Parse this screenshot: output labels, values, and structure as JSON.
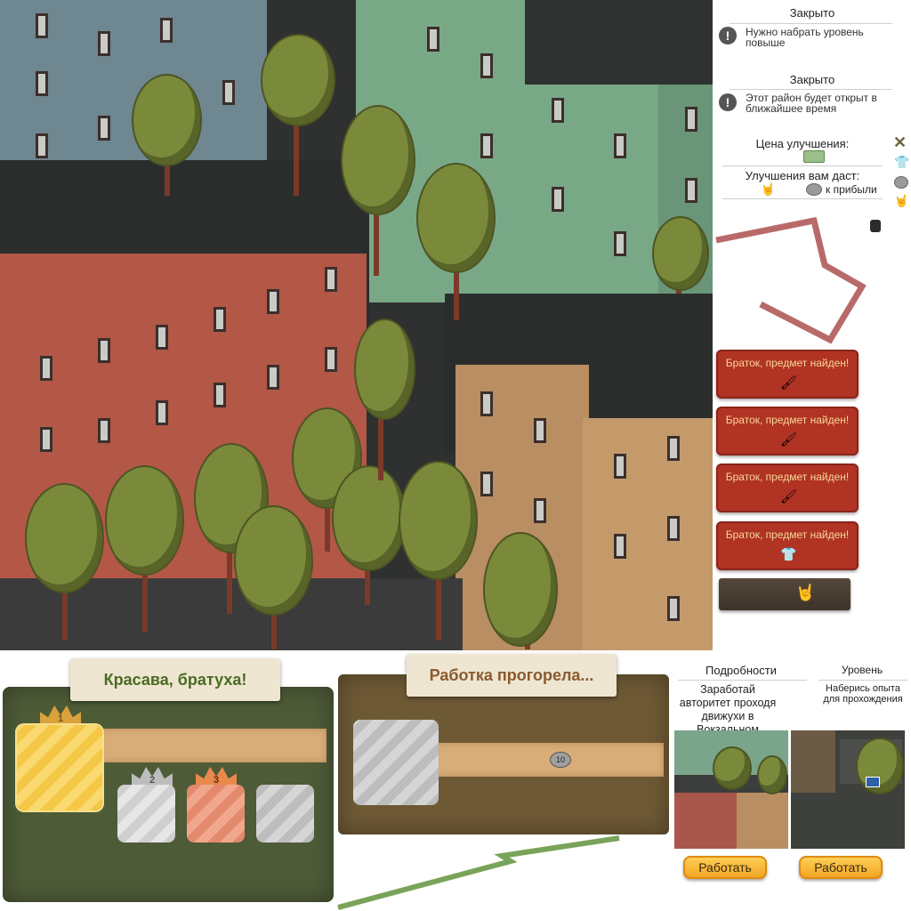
{
  "notices": [
    {
      "title": "Закрыто",
      "text": "Нужно набрать уровень повыше"
    },
    {
      "title": "Закрыто",
      "text": "Этот район будет открыт в ближайшее время"
    }
  ],
  "upgrade": {
    "price_label": "Цена улучшения:",
    "gives_label": "Улучшения вам даст:",
    "profit_suffix": "к прибыли",
    "close_icon": "close-x-icon"
  },
  "found_banners": [
    {
      "text": "Браток, предмет найден!",
      "item_icon": "brush-icon",
      "glyph": "🖌"
    },
    {
      "text": "Браток, предмет найден!",
      "item_icon": "brush-icon",
      "glyph": "🖌"
    },
    {
      "text": "Браток, предмет найден!",
      "item_icon": "brush-icon",
      "glyph": "🖌"
    },
    {
      "text": "Браток, предмет найден!",
      "item_icon": "tshirt-icon",
      "glyph": "👕"
    }
  ],
  "wood_sign_icon": "rock-hand-icon",
  "success_panel": {
    "title": "Красава, братуха!",
    "ranks": [
      "1",
      "2",
      "3"
    ]
  },
  "fail_panel": {
    "title": "Работка прогорела...",
    "coin_value": "10"
  },
  "details_card": {
    "header": "Подробности",
    "text": "Заработай авторитет проходя движухи в Вокзальном",
    "button": "Работать"
  },
  "level_card": {
    "header": "Уровень",
    "text": "Наберись опыта для прохождения",
    "button": "Работать"
  },
  "colors": {
    "banner_red": "#b03323",
    "panel_green": "#4d5b37",
    "panel_brown": "#6e5935",
    "button_gold": "#f0a21f",
    "arrow_red": "#b86a6a",
    "arrow_green": "#7aa35a"
  }
}
